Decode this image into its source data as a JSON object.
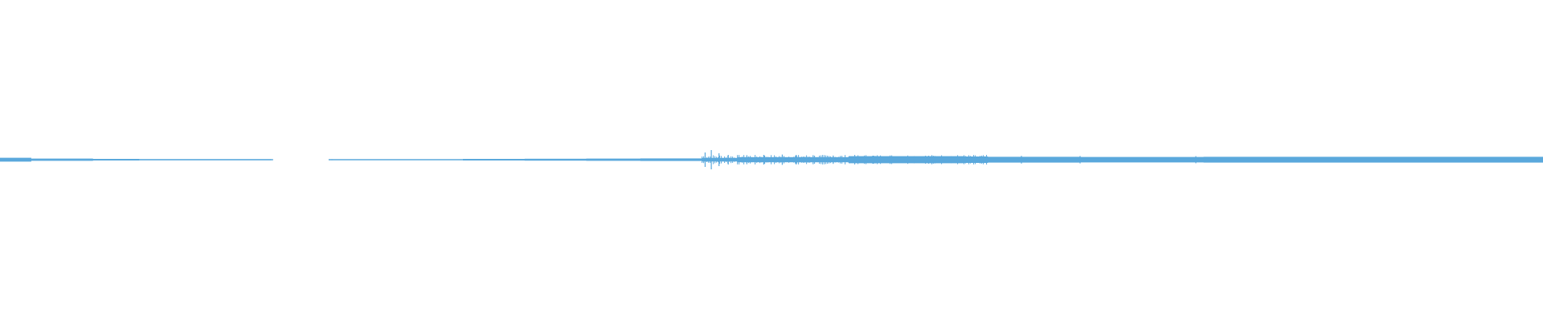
{
  "waveform": {
    "color": "#5aa8dc",
    "background": "#ffffff",
    "segments": [
      {
        "start": 0.0,
        "end": 0.02,
        "amp": 0.012
      },
      {
        "start": 0.02,
        "end": 0.06,
        "amp": 0.007
      },
      {
        "start": 0.06,
        "end": 0.09,
        "amp": 0.005
      },
      {
        "start": 0.09,
        "end": 0.175,
        "amp": 0.004
      },
      {
        "start": 0.175,
        "end": 0.215,
        "amp": 0.0025
      },
      {
        "start": 0.215,
        "end": 0.3,
        "amp": 0.0035
      },
      {
        "start": 0.3,
        "end": 0.34,
        "amp": 0.005
      },
      {
        "start": 0.34,
        "end": 0.38,
        "amp": 0.006
      },
      {
        "start": 0.38,
        "end": 0.415,
        "amp": 0.007
      },
      {
        "start": 0.415,
        "end": 0.455,
        "amp": 0.008
      },
      {
        "start": 0.455,
        "end": 0.478,
        "amp": 0.011
      },
      {
        "start": 0.478,
        "end": 0.55,
        "amp": 0.016
      },
      {
        "start": 0.55,
        "end": 0.625,
        "amp": 0.022
      },
      {
        "start": 0.625,
        "end": 0.64,
        "amp": 0.02
      },
      {
        "start": 0.64,
        "end": 0.7,
        "amp": 0.018
      },
      {
        "start": 0.7,
        "end": 0.78,
        "amp": 0.017
      },
      {
        "start": 0.78,
        "end": 1.0,
        "amp": 0.018
      }
    ],
    "gaps": [
      {
        "start": 0.177,
        "end": 0.213
      }
    ],
    "spikes": [
      {
        "at": 0.457,
        "amp": 0.045
      },
      {
        "at": 0.461,
        "amp": 0.06
      },
      {
        "at": 0.466,
        "amp": 0.04
      },
      {
        "at": 0.472,
        "amp": 0.03
      },
      {
        "at": 0.484,
        "amp": 0.028
      },
      {
        "at": 0.495,
        "amp": 0.03
      },
      {
        "at": 0.507,
        "amp": 0.032
      },
      {
        "at": 0.516,
        "amp": 0.03
      },
      {
        "at": 0.527,
        "amp": 0.028
      },
      {
        "at": 0.54,
        "amp": 0.026
      },
      {
        "at": 0.566,
        "amp": 0.025
      },
      {
        "at": 0.662,
        "amp": 0.024
      },
      {
        "at": 0.7,
        "amp": 0.023
      },
      {
        "at": 0.775,
        "amp": 0.022
      }
    ]
  }
}
